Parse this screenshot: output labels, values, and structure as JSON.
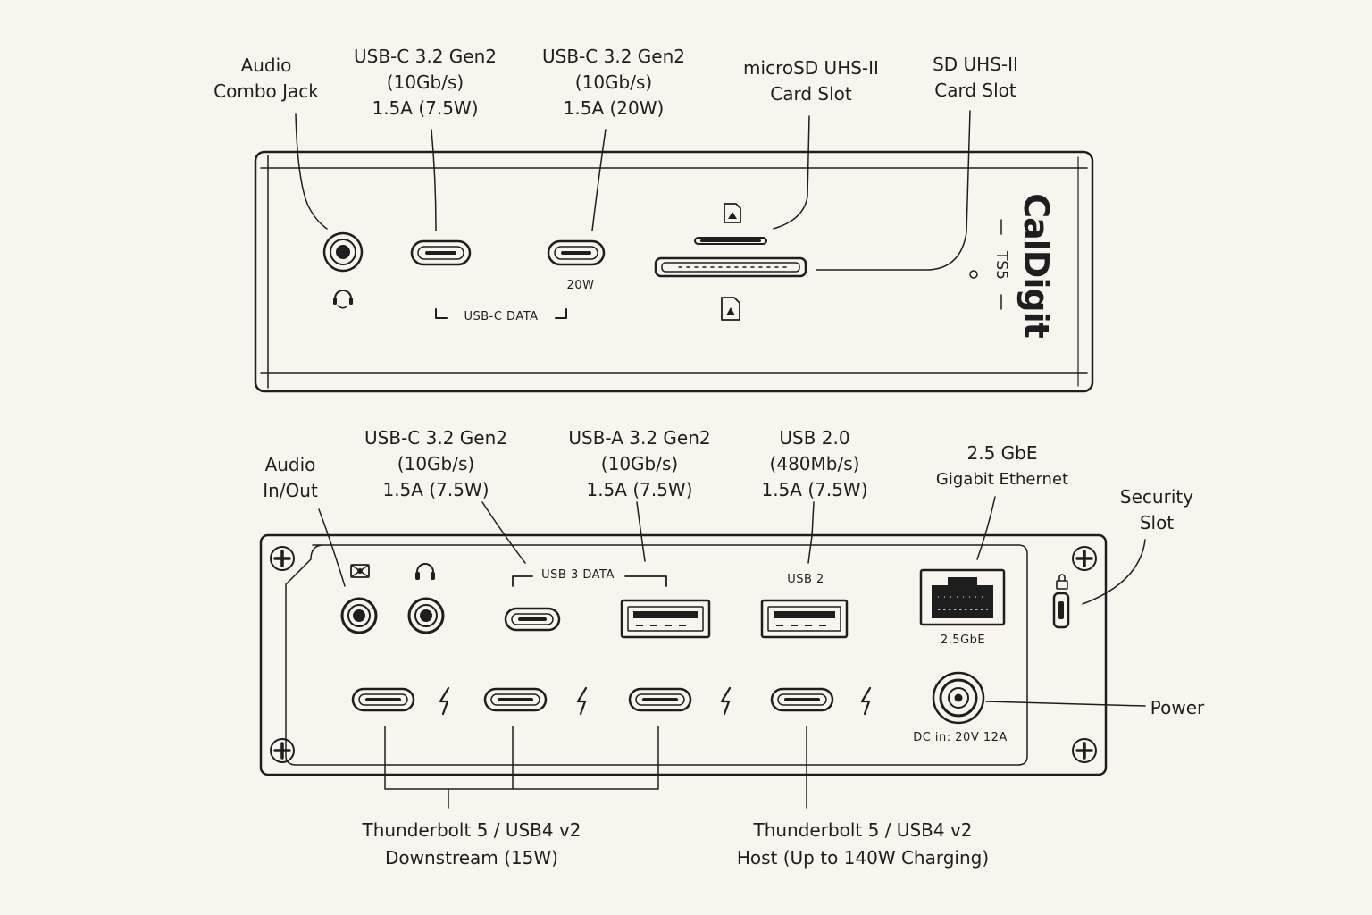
{
  "front": {
    "brand": "CalDigit",
    "model": "TS5",
    "labels": {
      "audio_combo": [
        "Audio",
        "Combo Jack"
      ],
      "usbc_left": [
        "USB-C 3.2 Gen2",
        "(10Gb/s)",
        "1.5A (7.5W)"
      ],
      "usbc_right": [
        "USB-C 3.2 Gen2",
        "(10Gb/s)",
        "1.5A (20W)"
      ],
      "microsd": [
        "microSD UHS-II",
        "Card Slot"
      ],
      "sd": [
        "SD UHS-II",
        "Card Slot"
      ]
    },
    "markings": {
      "port_20w": "20W",
      "usbc_data": "USB-C DATA"
    }
  },
  "rear": {
    "labels": {
      "audio_inout": [
        "Audio",
        "In/Out"
      ],
      "usbc": [
        "USB-C 3.2 Gen2",
        "(10Gb/s)",
        "1.5A (7.5W)"
      ],
      "usba": [
        "USB-A 3.2 Gen2",
        "(10Gb/s)",
        "1.5A (7.5W)"
      ],
      "usb2": [
        "USB 2.0",
        "(480Mb/s)",
        "1.5A (7.5W)"
      ],
      "ethernet": [
        "2.5 GbE",
        "Gigabit Ethernet"
      ],
      "security": [
        "Security",
        "Slot"
      ],
      "power": [
        "Power"
      ],
      "tb_downstream": [
        "Thunderbolt 5 / USB4 v2",
        "Downstream (15W)"
      ],
      "tb_host": [
        "Thunderbolt 5 / USB4 v2",
        "Host (Up to 140W Charging)"
      ]
    },
    "markings": {
      "usb3_data": "USB 3 DATA",
      "usb2": "USB 2",
      "ethernet": "2.5GbE",
      "dc_in": "DC in: 20V 12A"
    }
  },
  "icons": [
    "headset-icon",
    "microphone-icon",
    "headphones-icon",
    "microsd-card-icon",
    "sd-card-icon",
    "thunderbolt-icon",
    "lock-icon",
    "screw-icon"
  ]
}
